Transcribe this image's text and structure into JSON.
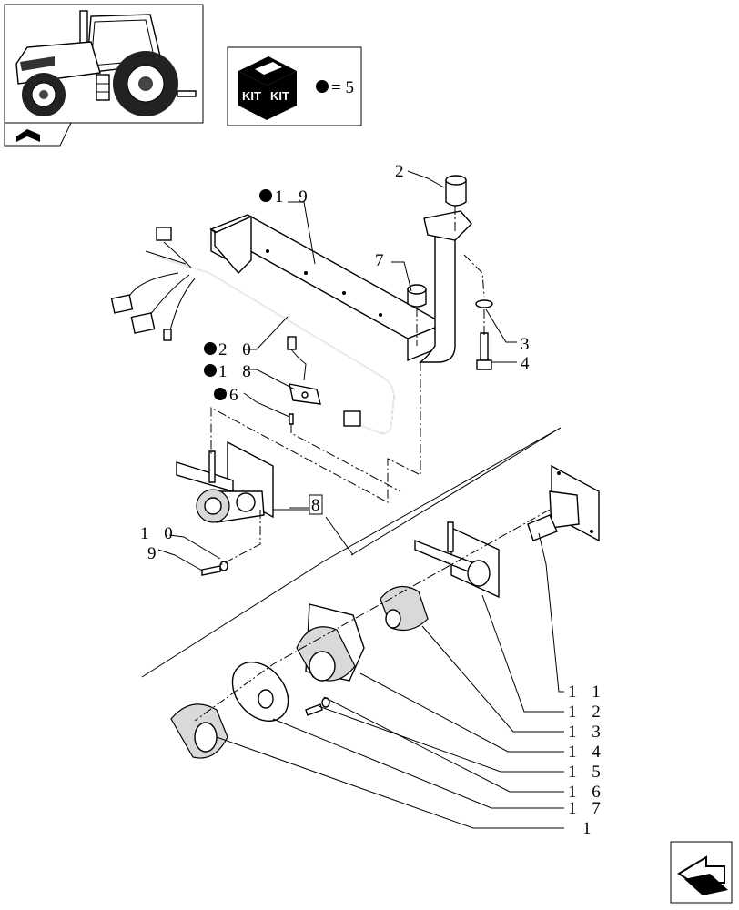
{
  "kit_box": {
    "kit_label_left": "KIT",
    "kit_label_right": "KIT",
    "equals_text": "= 5"
  },
  "callouts": [
    {
      "id": "c2",
      "text": "2",
      "kit": false
    },
    {
      "id": "c19",
      "text": "1 9",
      "kit": true
    },
    {
      "id": "c7",
      "text": "7",
      "kit": false
    },
    {
      "id": "c3",
      "text": "3",
      "kit": false
    },
    {
      "id": "c4",
      "text": "4",
      "kit": false
    },
    {
      "id": "c20",
      "text": "2 0",
      "kit": true
    },
    {
      "id": "c18",
      "text": "1 8",
      "kit": true
    },
    {
      "id": "c6",
      "text": "6",
      "kit": true
    },
    {
      "id": "c8",
      "text": "8",
      "kit": false
    },
    {
      "id": "c10",
      "text": "1 0",
      "kit": false
    },
    {
      "id": "c9",
      "text": "9",
      "kit": false
    },
    {
      "id": "c11",
      "text": "1 1",
      "kit": false
    },
    {
      "id": "c12",
      "text": "1 2",
      "kit": false
    },
    {
      "id": "c13",
      "text": "1 3",
      "kit": false
    },
    {
      "id": "c14",
      "text": "1 4",
      "kit": false
    },
    {
      "id": "c15",
      "text": "1 5",
      "kit": false
    },
    {
      "id": "c16",
      "text": "1 6",
      "kit": false
    },
    {
      "id": "c17",
      "text": "1 7",
      "kit": false
    },
    {
      "id": "c1",
      "text": "1",
      "kit": false
    }
  ],
  "icons": [
    "tractor-thumbnail",
    "section-nav-icon",
    "kit-box-icon",
    "next-page-arrow-icon"
  ]
}
